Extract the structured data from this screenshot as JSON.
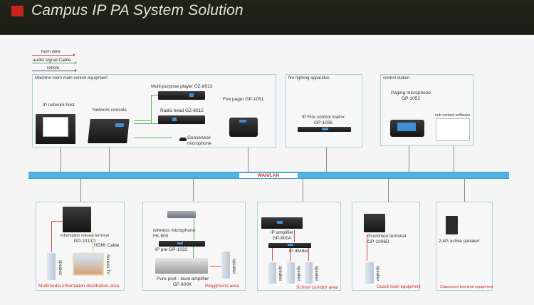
{
  "header": {
    "title": "Campus IP PA System Solution",
    "accent": "#c8231e"
  },
  "legend": [
    {
      "label": "horn wire",
      "color": "#d94a4a"
    },
    {
      "label": "audio signal Cable",
      "color": "#5bb05b"
    },
    {
      "label": "reticle",
      "color": "#555555"
    }
  ],
  "top_groups": {
    "machine_room": {
      "title": "Machine room main control equipment",
      "devices": {
        "ip_host": "IP network host",
        "console": "Network console",
        "player": "Multi-purpose player GZ-8013",
        "radio": "Radio head GZ-8015",
        "gooseneck_l1": "Gooseneck",
        "gooseneck_l2": "microphone",
        "fire_pager": "Fire pager GP-1051"
      }
    },
    "fire": {
      "title": "fire fighting apparatus",
      "device_l1": "IP Fire control matrix",
      "device_l2": "GP-1036"
    },
    "control": {
      "title": "control station",
      "paging_l1": "Paging microphone",
      "paging_l2": "GP-1052",
      "software": "sub control software"
    }
  },
  "bus": {
    "label": "WAN/LAN",
    "color": "#4fb4e0"
  },
  "areas": {
    "multimedia": {
      "terminal_l1": "Information release terminal",
      "terminal_l2": "GP-1013D",
      "hdmi": "HDMI Cable",
      "screen_tv": "Screen TV",
      "speaker": "speaker",
      "area": "Multimedia information distribution area"
    },
    "playground": {
      "mic_l1": "wireless microphone",
      "mic_l2": "FK-500",
      "pre": "IP pre GP-1032",
      "amp_l1": "Pure post - level amplifier",
      "amp_l2": "GF-800K",
      "speaker": "speaker",
      "area": "Playground area"
    },
    "corridor": {
      "amp_l1": "IP amplifier",
      "amp_l2": "GP-800A",
      "divider": "IP divider",
      "speakers": [
        "speaker",
        "speaker",
        "speaker"
      ],
      "area": "School corridor area"
    },
    "guard": {
      "terminal_l1": "Pcommon terminal",
      "terminal_l2": "GP-1006D",
      "speaker": "speaker",
      "area": "Guard room equipment"
    },
    "classroom": {
      "device": "2.4G active speaker",
      "area": "Classroom terminal equipment"
    }
  }
}
